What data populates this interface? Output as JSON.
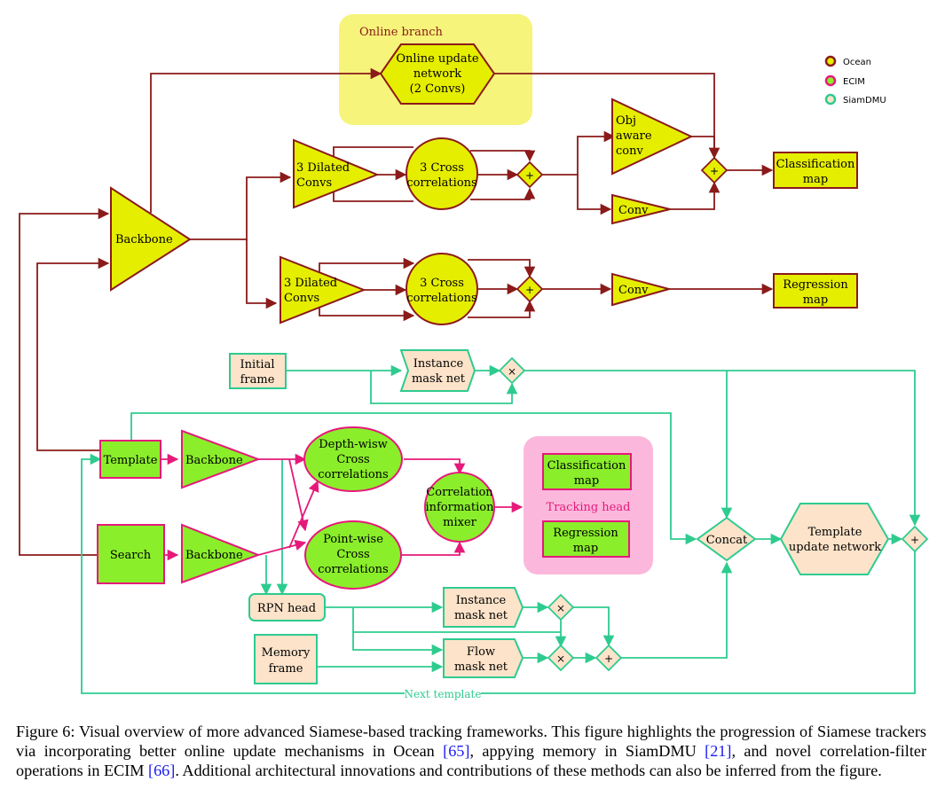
{
  "colors": {
    "ocean": "#8b1a1a",
    "ecim": "#e6197a",
    "siamdmu": "#2ecb8f",
    "yellow": "#e6ee00",
    "green": "#8aee2a",
    "peach": "#fde3c9",
    "online_bg": "#f6f47a",
    "tracking_bg": "#fbb8dc"
  },
  "legend": {
    "ocean": "Ocean",
    "ecim": "ECIM",
    "siamdmu": "SiamDMU"
  },
  "ocean": {
    "online_branch": "Online branch",
    "online_update": [
      "Online update",
      "network",
      "(2 Convs)"
    ],
    "backbone": "Backbone",
    "dilated_top": [
      "3 Dilated",
      "Convs"
    ],
    "dilated_bottom": [
      "3 Dilated",
      "Convs"
    ],
    "cross_top": [
      "3 Cross",
      "correlations"
    ],
    "cross_bottom": [
      "3 Cross",
      "correlations"
    ],
    "obj_aware": [
      "Obj",
      "aware",
      "conv"
    ],
    "conv_top": "Conv",
    "conv_bottom": "Conv",
    "plus": "+",
    "classification": [
      "Classification",
      "map"
    ],
    "regression": [
      "Regression",
      "map"
    ]
  },
  "ecim": {
    "template": "Template",
    "search": "Search",
    "backbone_top": "Backbone",
    "backbone_bottom": "Backbone",
    "depthwise": [
      "Depth-wisw",
      "Cross",
      "correlations"
    ],
    "pointwise": [
      "Point-wise",
      "Cross",
      "correlations"
    ],
    "mixer": [
      "Correlation",
      "information",
      "mixer"
    ],
    "tracking_head": "Tracking head",
    "classification": [
      "Classification",
      "map"
    ],
    "regression": [
      "Regression",
      "map"
    ]
  },
  "siamdmu": {
    "initial_frame": [
      "Initial",
      "frame"
    ],
    "instance_mask_top": [
      "Instance",
      "mask net"
    ],
    "times": "×",
    "plus": "+",
    "rpn_head": "RPN head",
    "instance_mask_bottom": [
      "Instance",
      "mask net"
    ],
    "memory_frame": [
      "Memory",
      "frame"
    ],
    "flow_mask": [
      "Flow",
      "mask net"
    ],
    "concat": "Concat",
    "template_update": [
      "Template",
      "update network"
    ],
    "next_template": "Next template"
  },
  "caption": {
    "label": "Figure 6:",
    "text_1": "Visual overview of more advanced Siamese-based tracking frameworks. This figure highlights the progression of Siamese trackers via incorporating better online update mechanisms in Ocean ",
    "cite_1": "[65]",
    "text_2": ", appying memory in SiamDMU ",
    "cite_2": "[21]",
    "text_3": ", and novel correlation-filter operations in ECIM ",
    "cite_3": "[66]",
    "text_4": ". Additional architectural innovations and contributions of these methods can also be inferred from the figure."
  }
}
